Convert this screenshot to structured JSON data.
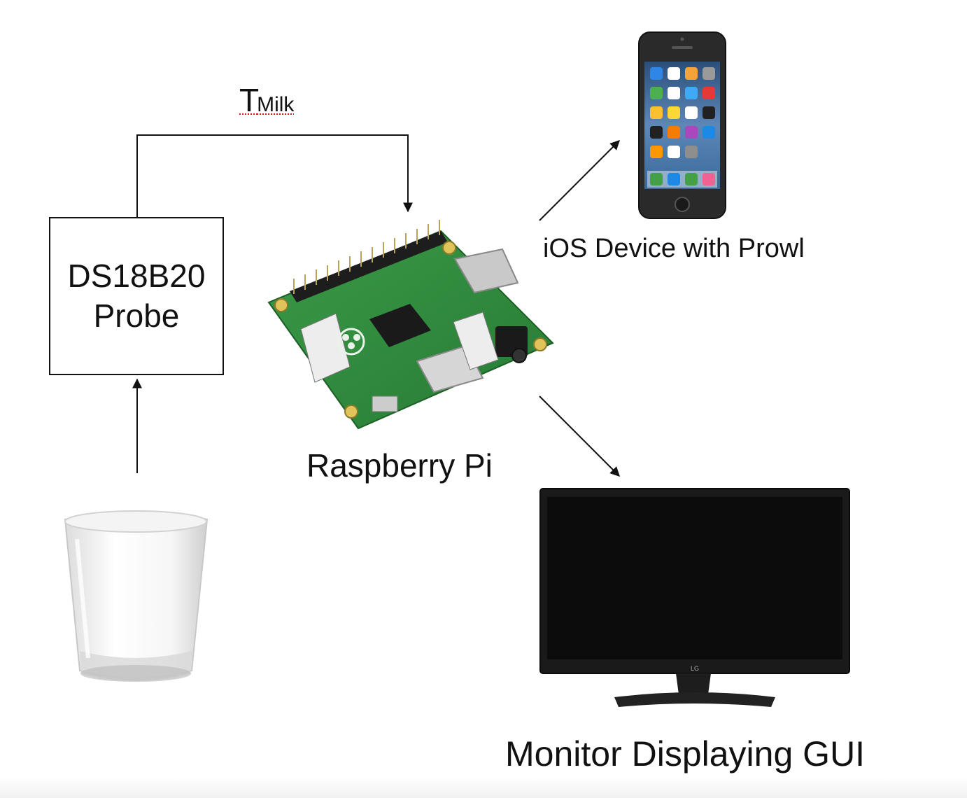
{
  "labels": {
    "probe_line1": "DS18B20",
    "probe_line2": "Probe",
    "t_main": "T",
    "t_sub": "Milk",
    "raspberry_pi": "Raspberry Pi",
    "ios_device": "iOS Device with Prowl",
    "monitor": "Monitor Displaying GUI",
    "monitor_brand": "LG"
  },
  "icons": {
    "milk": "milk-glass-icon",
    "board": "raspberry-pi-board-icon",
    "phone": "iphone-icon",
    "monitor": "lg-monitor-icon"
  },
  "colors": {
    "line": "#111111",
    "board_green": "#2f8a3c",
    "spellcheck_underline": "#dd1111",
    "screen": "#0c0c0c"
  }
}
